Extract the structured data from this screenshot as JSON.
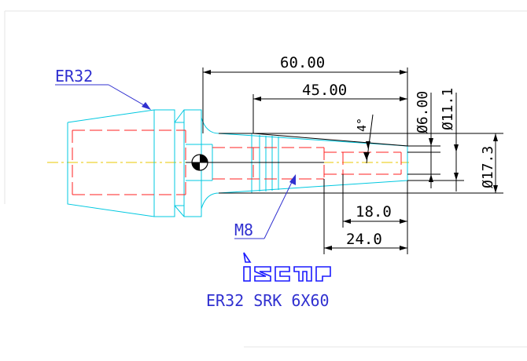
{
  "part": {
    "collet_label": "ER32",
    "thread_label": "M8",
    "model": "ER32 SRK 6X60",
    "logo_text": "iscar"
  },
  "dimensions": {
    "overall_length": "60.00",
    "length_45": "45.00",
    "length_18": "18.0",
    "length_24": "24.0",
    "angle": "4°",
    "dia_6": "Ø6.00",
    "dia_11": "Ø11.1",
    "dia_17": "Ø17.3"
  },
  "colors": {
    "outline": "#00c8e0",
    "hidden": "#ff2020",
    "centerline": "#e8c800",
    "dimension": "#000000",
    "label": "#3030d0",
    "logo": "#1a1aff"
  }
}
